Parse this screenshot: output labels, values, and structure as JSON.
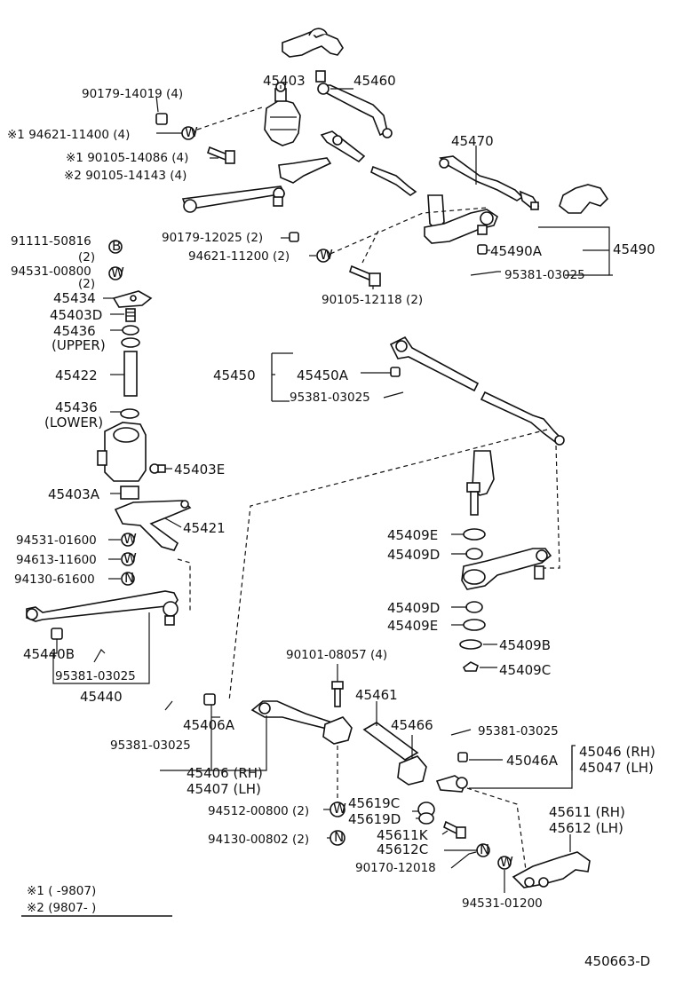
{
  "diagram_id": "450663-D",
  "symbols": {
    "w": "W",
    "n": "N",
    "b": "B",
    "mark": "※"
  },
  "notes": {
    "note1": "※1 (      -9807)",
    "note2": "※2 (9807-       )"
  },
  "labels": {
    "p45403": "45403",
    "p45460": "45460",
    "p90179_14019": "90179-14019 (4)",
    "p94621_11400": "※1 94621-11400 (4)",
    "p90105_14086": "※1 90105-14086 (4)",
    "p90105_14143": "※2 90105-14143 (4)",
    "p45470": "45470",
    "p91111_50816": "91111-50816",
    "p91111_qty": "(2)",
    "p90179_12025": "90179-12025 (2)",
    "p94621_11200": "94621-11200 (2)",
    "p45490A": "45490A",
    "p45490": "45490",
    "p94531_00800": "94531-00800",
    "p94531_qty": "(2)",
    "p95381_03025_a": "95381-03025",
    "p90105_12118": "90105-12118 (2)",
    "p45434": "45434",
    "p45403D": "45403D",
    "p45436u": "45436",
    "upper": "(UPPER)",
    "p45422": "45422",
    "p45450": "45450",
    "p45450A": "45450A",
    "p95381_03025_b": "95381-03025",
    "p45436l": "45436",
    "lower": "(LOWER)",
    "p45403E": "45403E",
    "p45403A": "45403A",
    "p45421": "45421",
    "p94531_01600": "94531-01600",
    "p94613_11600": "94613-11600",
    "p94130_61600": "94130-61600",
    "p45409E_a": "45409E",
    "p45409D_a": "45409D",
    "p45409D_b": "45409D",
    "p45409E_b": "45409E",
    "p45409B": "45409B",
    "p45409C": "45409C",
    "p45440B": "45440B",
    "p95381_03025_c": "95381-03025",
    "p45440": "45440",
    "p90101_08057": "90101-08057 (4)",
    "p45461": "45461",
    "p45466": "45466",
    "p95381_03025_d": "95381-03025",
    "p45046A": "45046A",
    "p45046": "45046 (RH)",
    "p45047": "45047 (LH)",
    "p45406A": "45406A",
    "p95381_03025_e": "95381-03025",
    "p45406": "45406 (RH)",
    "p45407": "45407 (LH)",
    "p94512_00800": "94512-00800 (2)",
    "p45619C": "45619C",
    "p45619D": "45619D",
    "p45611K": "45611K",
    "p45612C": "45612C",
    "p94130_00802": "94130-00802 (2)",
    "p90170_12018": "90170-12018",
    "p45611": "45611 (RH)",
    "p45612": "45612 (LH)",
    "p94531_01200": "94531-01200"
  }
}
